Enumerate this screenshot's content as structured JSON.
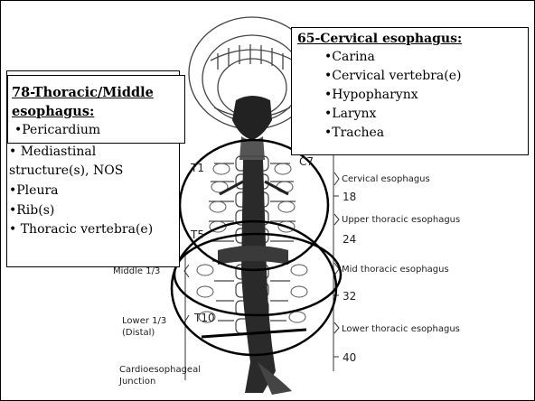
{
  "cervical_box": {
    "title": "65-Cervical esophagus:",
    "items": [
      "Carina",
      "Cervical vertebra(e)",
      "Hypopharynx",
      "Larynx",
      "Trachea"
    ]
  },
  "thoracic_box": {
    "title": "78-Thoracic/Middle esophagus:",
    "items": [
      "Pericardium"
    ],
    "continued_items": [
      "Mediastinal structure(s), NOS",
      "Pleura",
      "Rib(s)",
      "Thoracic vertebra(e)"
    ]
  },
  "diagram": {
    "vertebra_labels": [
      "T1",
      "T5",
      "T10",
      "C7"
    ],
    "region_labels": [
      "Cervical esophagus",
      "Upper thoracic esophagus",
      "Mid thoracic esophagus",
      "Lower thoracic esophagus"
    ],
    "distances": [
      "18",
      "24",
      "32",
      "40"
    ],
    "left_labels": [
      "Middle 1/3",
      "Lower 1/3",
      "(Distal)",
      "Cardioesophageal",
      "Junction"
    ]
  },
  "colors": {
    "ink": "#000000",
    "background": "#ffffff",
    "drawing": "#333333"
  }
}
